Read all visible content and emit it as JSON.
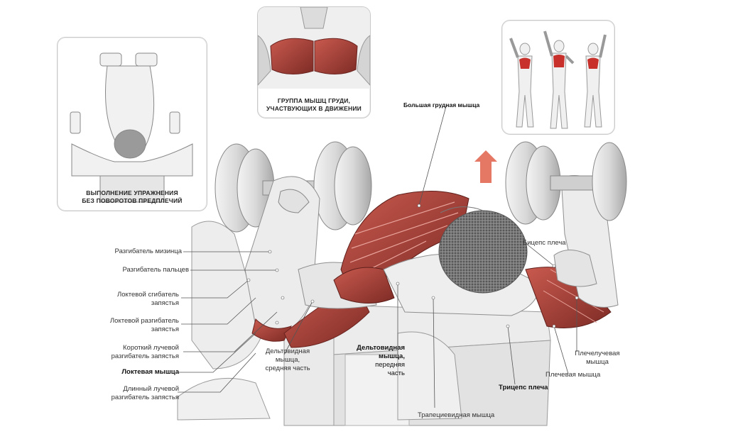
{
  "insets": {
    "forearms": {
      "caption_line1": "ВЫПОЛНЕНИЕ УПРАЖНЕНИЯ",
      "caption_line2": "БЕЗ ПОВОРОТОВ ПРЕДПЛЕЧИЙ"
    },
    "chest": {
      "caption_line1": "ГРУППА МЫШЦ ГРУДИ,",
      "caption_line2": "УЧАСТВУЮЩИХ В ДВИЖЕНИИ"
    },
    "figures": {}
  },
  "labels": {
    "left": [
      {
        "text": "Разгибатель мизинца"
      },
      {
        "text": "Разгибатель пальцев"
      },
      {
        "text": "Локтевой сгибатель",
        "text2": "запястья"
      },
      {
        "text": "Локтевой разгибатель",
        "text2": "запястья"
      },
      {
        "text": "Короткий лучевой",
        "text2": "разгибатель запястья"
      },
      {
        "text": "Локтевая мышца"
      },
      {
        "text": "Длинный лучевой",
        "text2": "разгибатель запястья"
      }
    ],
    "deltoid_middle": {
      "line1": "Дельтовидная",
      "line2": "мышца,",
      "line3": "средняя часть"
    },
    "deltoid_front": {
      "line1": "Дельтовидная",
      "line2": "мышца,",
      "line3": "передняя",
      "line4": "часть"
    },
    "pectoralis": "Большая грудная мышца",
    "biceps": "Бицепс плеча",
    "brachioradialis": {
      "line1": "Плечелучевая",
      "line2": "мышца"
    },
    "brachialis": "Плечевая  мышца",
    "triceps": "Трицепс плеча",
    "trapezius": "Трапециевидная  мышца"
  },
  "colors": {
    "muscle": "#b8463f",
    "muscle_dark": "#7a2a25",
    "sketch": "#9a9a9a",
    "arrow": "#e0604a"
  }
}
